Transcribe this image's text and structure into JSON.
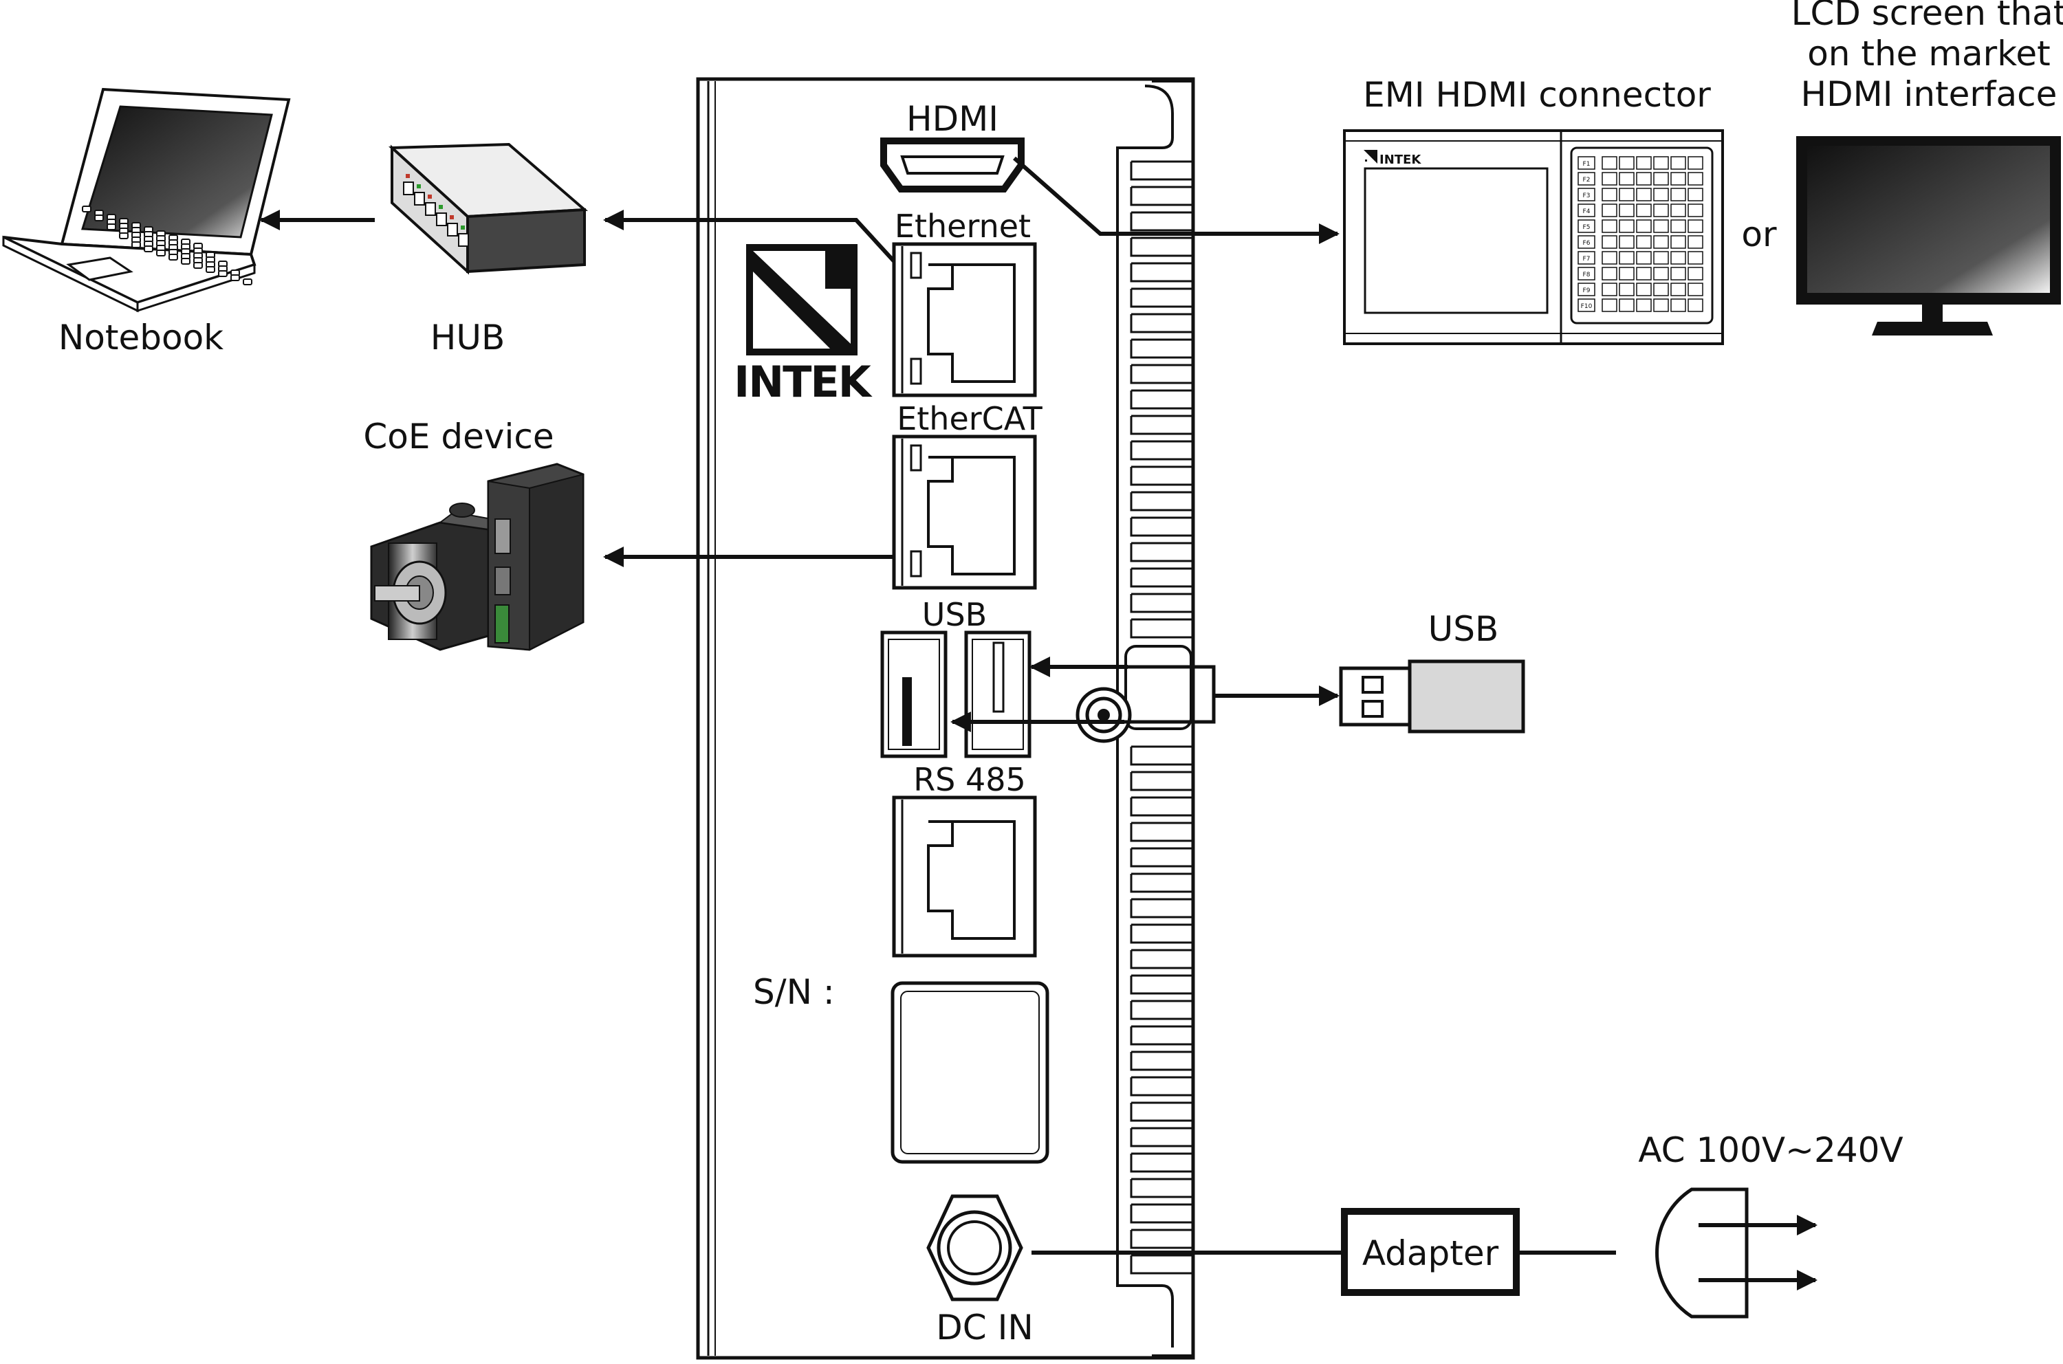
{
  "labels": {
    "notebook": "Notebook",
    "hub": "HUB",
    "coe_device": "CoE device",
    "hdmi": "HDMI",
    "ethernet": "Ethernet",
    "ethercat": "EtherCAT",
    "usb_port": "USB",
    "rs485": "RS 485",
    "sn": "S/N :",
    "dc_in": "DC IN",
    "brand": "INTEK",
    "emi_title": "EMI HDMI connector",
    "emi_brand": "INTEK",
    "or": "or",
    "lcd_line1": "LCD screen that",
    "lcd_line2": "on the market",
    "lcd_line3": "HDMI interface",
    "usb_stick": "USB",
    "ac": "AC 100V~240V",
    "adapter": "Adapter"
  },
  "keypad": {
    "left_keys": [
      "F1",
      "F2",
      "F3",
      "F4",
      "F5",
      "F6",
      "F7",
      "F8",
      "F9",
      "F10"
    ]
  },
  "colors": {
    "line": "#111111",
    "background": "#ffffff"
  }
}
